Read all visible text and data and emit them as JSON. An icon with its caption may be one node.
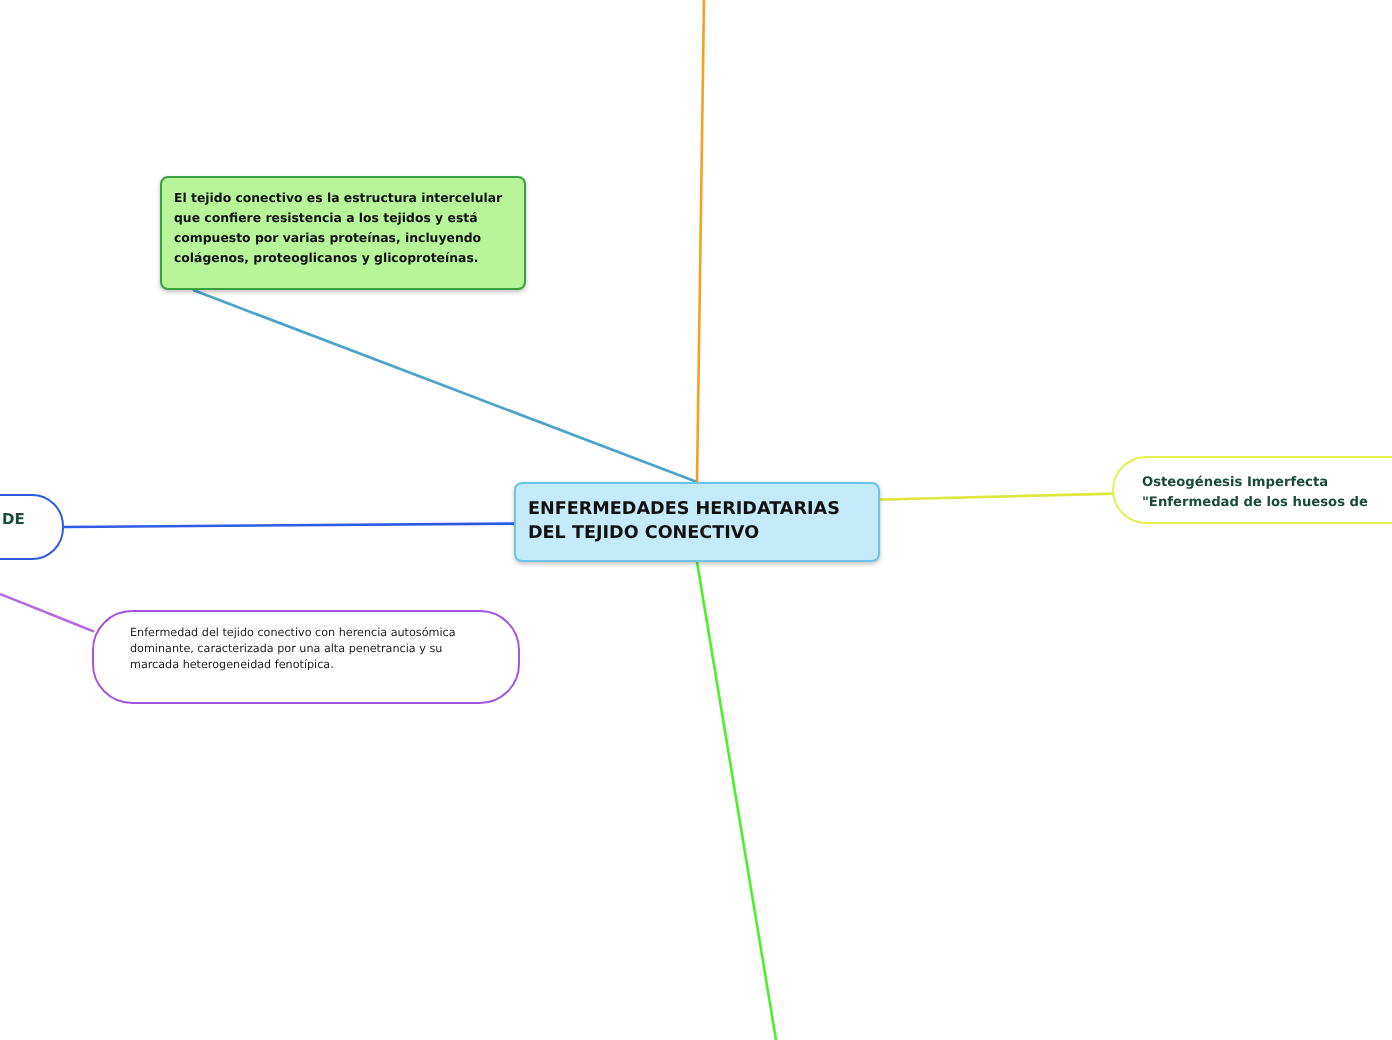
{
  "diagram": {
    "nodes": [
      {
        "text": [
          "ENFERMEDADES HERIDATARIAS DEL TEJIDO CONECTIVO"
        ]
      },
      {
        "text": [
          "El tejido conectivo es la estructura intercelular que confiere resistencia a los tejidos y está compuesto por varias proteínas, incluyendo colágenos, proteoglicanos y glicoproteínas."
        ]
      },
      {
        "text": [
          "DE"
        ]
      },
      {
        "text": [
          "Enfermedad del tejido conectivo con herencia autosómica dominante, caracterizada por una alta penetrancia y su marcada heterogeneidad fenotípica."
        ]
      },
      {
        "text": [
          "Osteogénesis Imperfecta",
          "\"Enfermedad de los huesos de"
        ]
      }
    ],
    "edges": [
      {
        "from": 0,
        "to": 1,
        "arrow": "none",
        "color": "#4aa3c8"
      },
      {
        "from": 0,
        "to": 2,
        "arrow": "none",
        "color": "#2d5be3"
      },
      {
        "from": 0,
        "to": 4,
        "arrow": "none",
        "color": "#dde83c"
      },
      {
        "from": 0,
        "to": null,
        "arrow": "none",
        "color": "#f5a020"
      },
      {
        "from": 0,
        "to": null,
        "arrow": "none",
        "color": "#4cf02a"
      },
      {
        "from": 3,
        "to": null,
        "arrow": "none",
        "color": "#b86ae0"
      }
    ]
  }
}
